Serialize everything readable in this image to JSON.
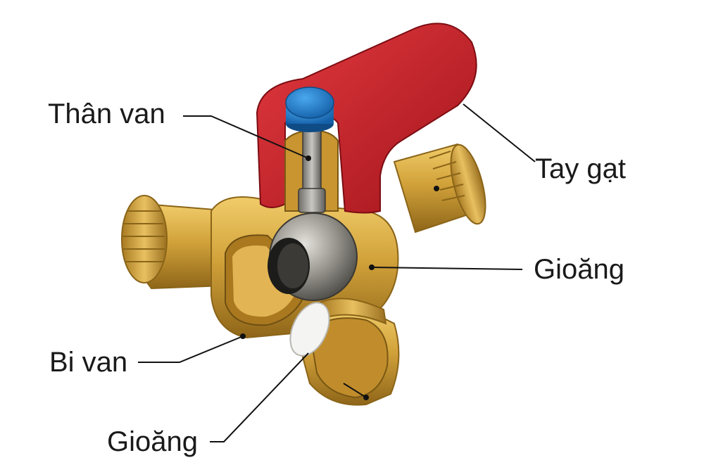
{
  "labels": {
    "stem": "Thân van",
    "handle": "Tay gạt",
    "seal_right": "Gioăng",
    "ball": "Bi van",
    "seal_bottom": "Gioăng"
  },
  "colors": {
    "brass": "#c9982f",
    "brass_dark": "#8a6418",
    "handle_red": "#c8202a",
    "cap_blue": "#1f7fd0",
    "steel": "#8c8a86",
    "seal_white": "#f2f2f2"
  }
}
